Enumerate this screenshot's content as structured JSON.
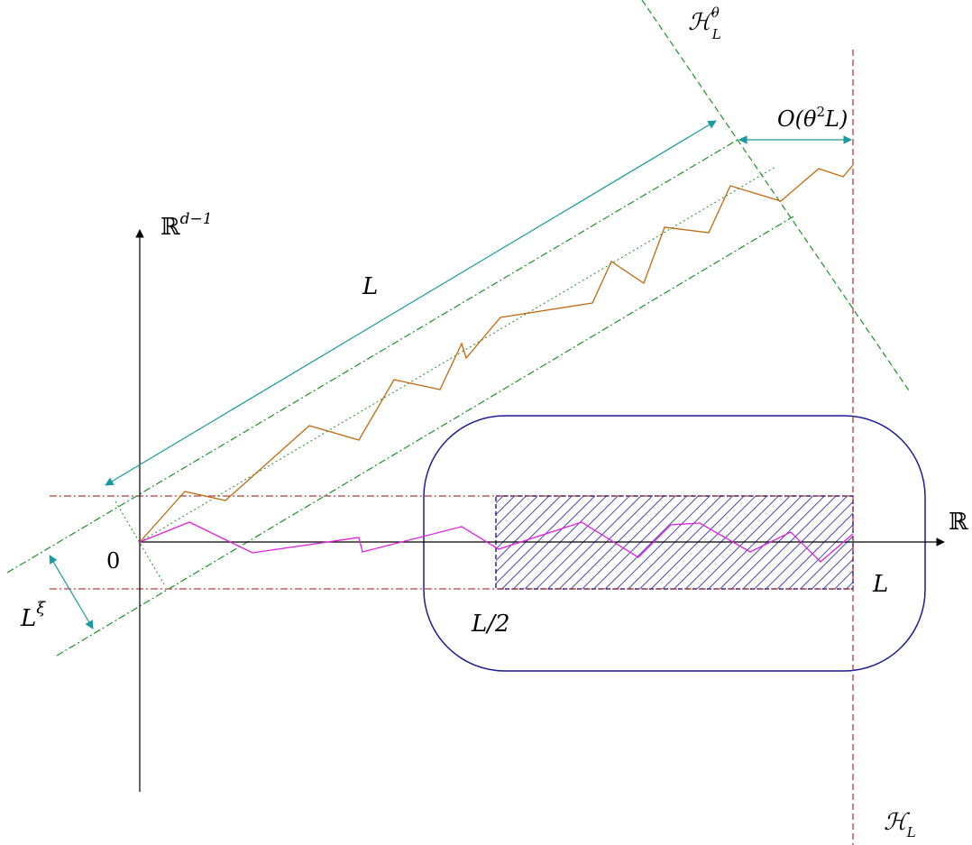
{
  "labels": {
    "y_axis": "ℝ",
    "y_axis_sup": "d−1",
    "x_axis": "ℝ",
    "origin": "0",
    "L_right": "L",
    "L_diag": "L",
    "L_half": "L/2",
    "L_xi_base": "L",
    "L_xi_sup": "ξ",
    "big_o_prefix": "O(θ",
    "big_o_sup": "2",
    "big_o_suffix": "L)",
    "h_theta_base": "ℋ",
    "h_theta_sup": "θ",
    "h_theta_sub": "L",
    "h_l_base": "ℋ",
    "h_l_sub": "L"
  },
  "colors": {
    "axis": "#000000",
    "arrow_teal": "#1a9a9a",
    "green_dash": "#1f8f2a",
    "red_dash": "#b03030",
    "red_dashdot": "#b04040",
    "blue": "#1a1a9a",
    "orange_path": "#c06a10",
    "magenta_path": "#e020e0"
  }
}
